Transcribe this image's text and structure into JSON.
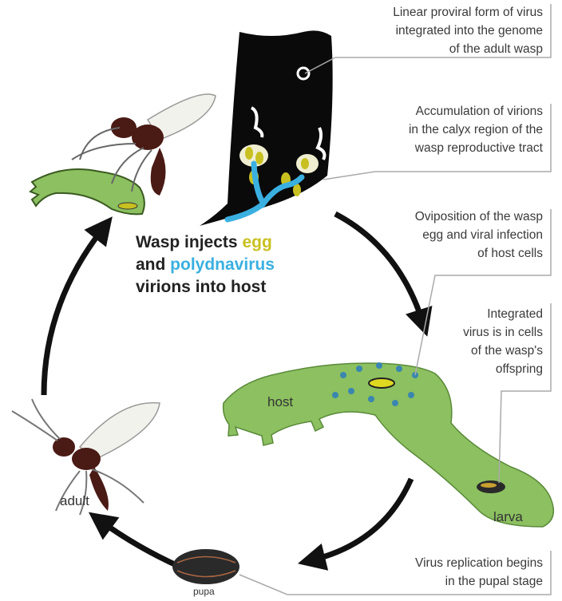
{
  "central_caption": {
    "line1_prefix": "Wasp injects ",
    "line1_highlight": "egg",
    "line2_prefix": "and ",
    "line2_highlight": "polydnavirus",
    "line3": "virions into host"
  },
  "callouts": {
    "proviral": [
      "Linear proviral form of virus",
      "integrated into the genome",
      "of the adult wasp"
    ],
    "calyx": [
      "Accumulation of virions",
      "in the calyx region of the",
      "wasp reproductive tract"
    ],
    "oviposition": [
      "Oviposition of the wasp",
      "egg and viral infection",
      "of host cells"
    ],
    "integrated": [
      "Integrated",
      "virus is in cells",
      "of the wasp's",
      "offspring"
    ],
    "replication": [
      "Virus replication begins",
      "in the pupal stage"
    ]
  },
  "labels": {
    "host": "host",
    "larva": "larva",
    "adult": "adult",
    "pupa": "pupa"
  },
  "colors": {
    "egg": "#c8c020",
    "virus": "#3ab0e0",
    "host_green": "#8cc060",
    "tract_black": "#0a0a0a",
    "wasp_body": "#4a1a14",
    "arrow": "#111111"
  }
}
